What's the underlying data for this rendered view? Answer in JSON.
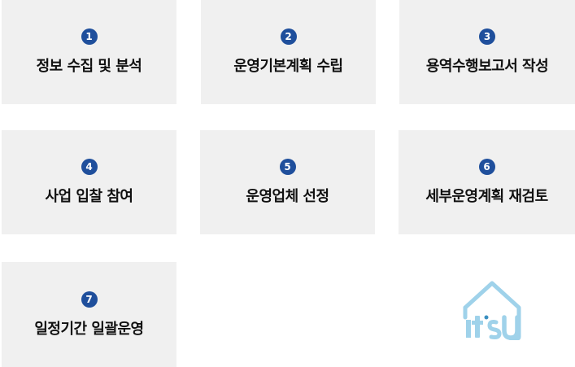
{
  "steps": [
    {
      "number": "1",
      "label": "정보 수집 및 분석"
    },
    {
      "number": "2",
      "label": "운영기본계획 수립"
    },
    {
      "number": "3",
      "label": "용역수행보고서 작성"
    },
    {
      "number": "4",
      "label": "사업 입찰 참여"
    },
    {
      "number": "5",
      "label": "운영업체 선정"
    },
    {
      "number": "6",
      "label": "세부운영계획 재검토"
    },
    {
      "number": "7",
      "label": "일정기간 일괄운영"
    }
  ],
  "logo": {
    "text": "It'sU",
    "color": "#9fd2ea"
  },
  "colors": {
    "badge": "#1f4f9c",
    "card": "#f0f0f0",
    "text": "#111111"
  }
}
